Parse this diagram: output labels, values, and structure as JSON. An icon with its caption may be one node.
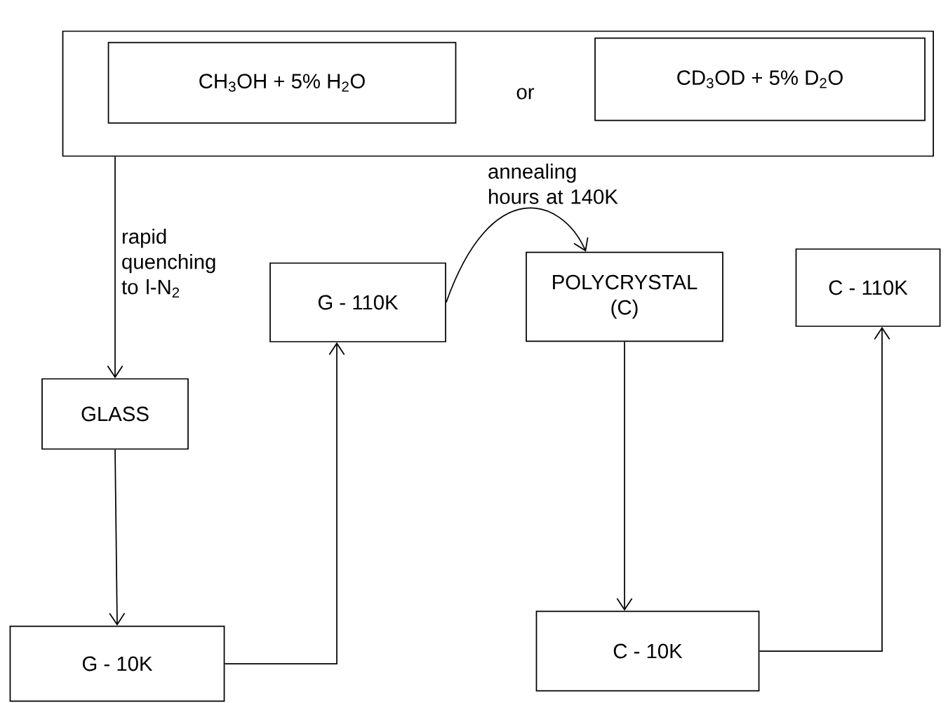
{
  "diagram": {
    "nodes": [
      {
        "text": [
          "or"
        ]
      },
      {
        "text": [
          "CH$_{3}$OH + 5% H$_{2}$O"
        ],
        "in": 0
      },
      {
        "text": [
          "CD$_{3}$OD + 5% D$_{2}$O"
        ],
        "in": 0
      },
      {
        "text": [
          "GLASS"
        ]
      },
      {
        "text": [
          "G - 110K"
        ]
      },
      {
        "text": [
          "POLYCRYSTAL (C)"
        ]
      },
      {
        "text": [
          "C - 110K"
        ]
      },
      {
        "text": [
          "G - 10K"
        ]
      },
      {
        "text": [
          "C - 10K"
        ]
      }
    ],
    "edges": [
      {
        "from": 0,
        "to": 3,
        "arrow": "to",
        "label": "rapid quenching to l-N$_{2}$"
      },
      {
        "from": 3,
        "to": 7,
        "arrow": "to"
      },
      {
        "from": 7,
        "to": 4,
        "arrow": "to"
      },
      {
        "from": 4,
        "to": 5,
        "arrow": "to",
        "label": "annealing hours at 140K"
      },
      {
        "from": 5,
        "to": 8,
        "arrow": "to"
      },
      {
        "from": 8,
        "to": 6,
        "arrow": "to"
      }
    ]
  }
}
